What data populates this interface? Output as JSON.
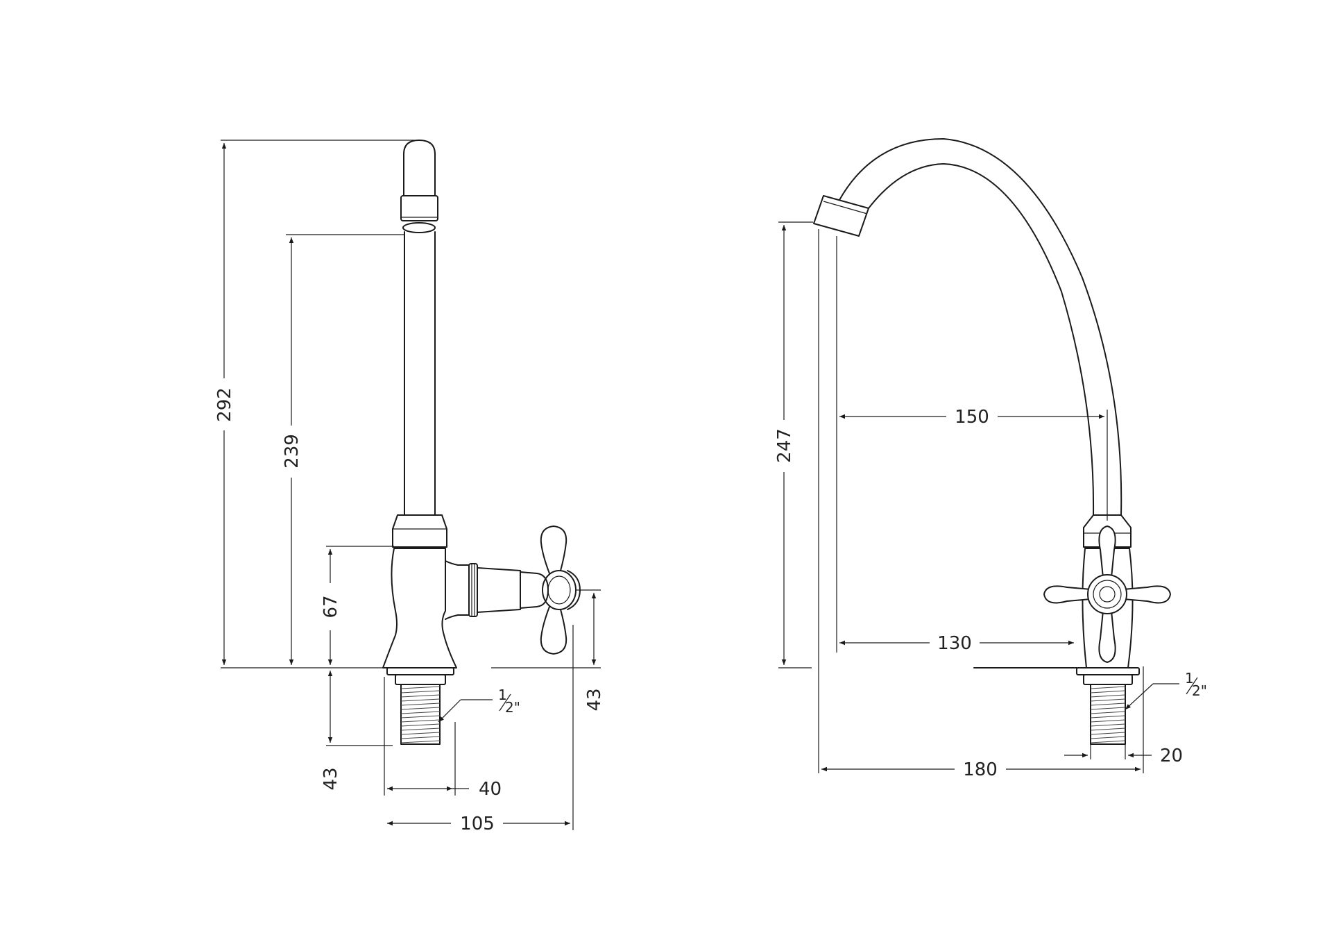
{
  "side_view": {
    "dim_total_height": "292",
    "dim_spout_height": "239",
    "dim_body_height": "67",
    "dim_shank_length": "43",
    "dim_handle_offset": "43",
    "dim_shank_width": "40",
    "dim_overall_width": "105",
    "thread_size_num": "1",
    "thread_size_den": "2\""
  },
  "front_view": {
    "dim_height": "247",
    "dim_reach_upper": "150",
    "dim_reach_lower": "130",
    "dim_overall_width": "180",
    "dim_shank_width": "20",
    "thread_size_num": "1",
    "thread_size_den": "2\""
  }
}
